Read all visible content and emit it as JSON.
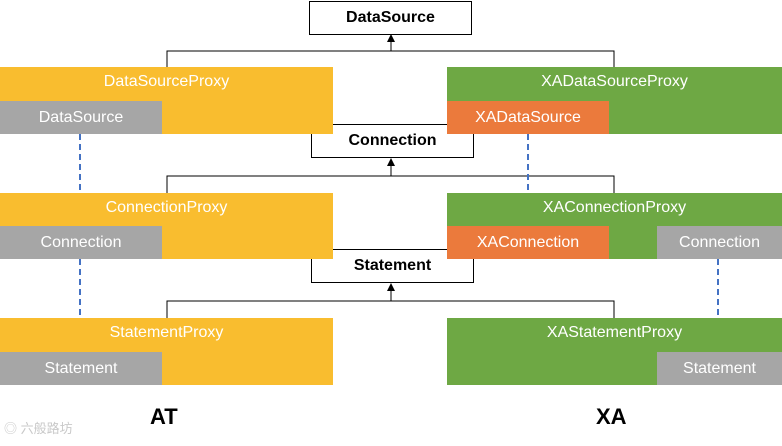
{
  "interfaces": {
    "datasource": "DataSource",
    "connection": "Connection",
    "statement": "Statement"
  },
  "at": {
    "label": "AT",
    "datasource_proxy": {
      "title": "DataSourceProxy",
      "inner": "DataSource"
    },
    "connection_proxy": {
      "title": "ConnectionProxy",
      "inner": "Connection"
    },
    "statement_proxy": {
      "title": "StatementProxy",
      "inner": "Statement"
    }
  },
  "xa": {
    "label": "XA",
    "datasource_proxy": {
      "title": "XADataSourceProxy",
      "inner": "XADataSource"
    },
    "connection_proxy": {
      "title": "XAConnectionProxy",
      "inner": "XAConnection",
      "outer": "Connection"
    },
    "statement_proxy": {
      "title": "XAStatementProxy",
      "inner": "Statement"
    }
  },
  "watermark": "六般路坊",
  "colors": {
    "at_proxy": "#F9BD2F",
    "xa_proxy": "#6EA844",
    "wrapped": "#A6A6A6",
    "xa_wrapped": "#EB7A3C",
    "blue_arrow": "#4472C4",
    "red_arrow": "#E0201B"
  }
}
